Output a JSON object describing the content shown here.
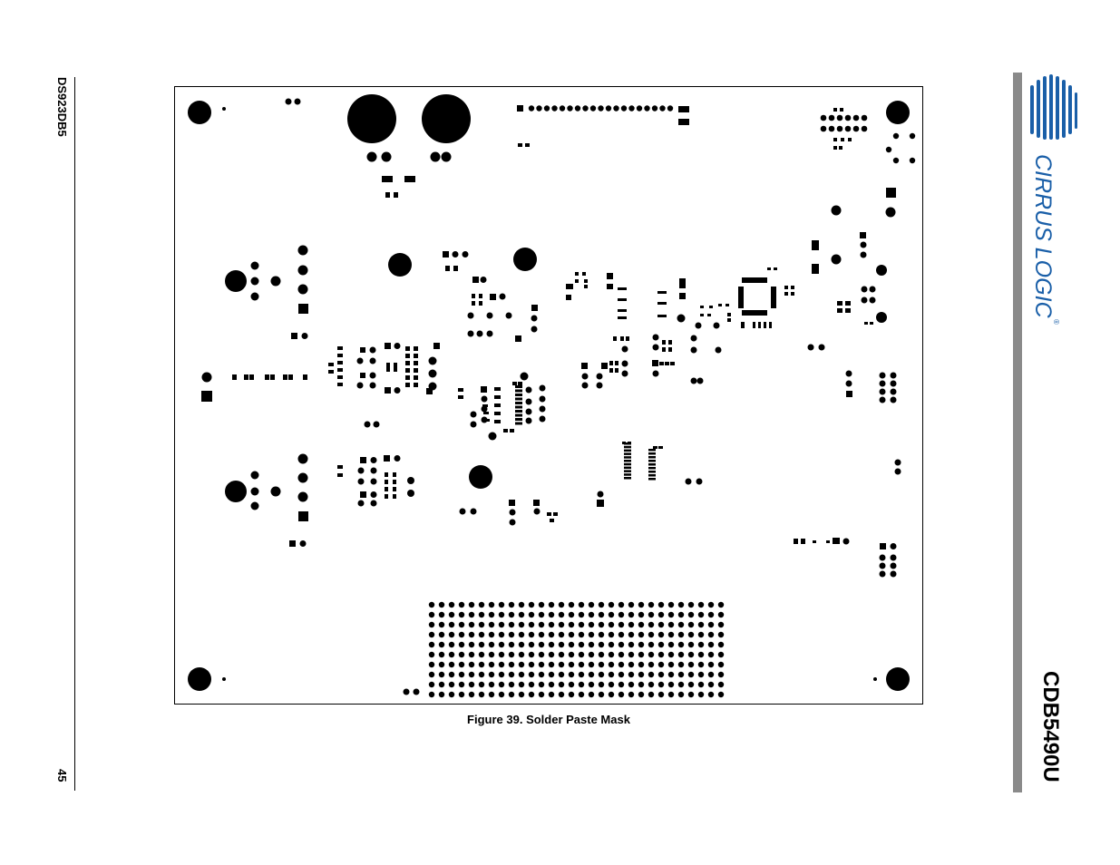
{
  "header": {
    "doc_id": "DS923DB5",
    "page_number": "45"
  },
  "figure": {
    "caption": "Figure 39.  Solder Paste Mask"
  },
  "sidebar": {
    "brand": "CIRRUS LOGIC",
    "registered": "®",
    "product": "CDB5490U"
  },
  "colors": {
    "ink": "#000000",
    "sidebar_bar": "#8a8a8a",
    "logo_blue": "#1a5fa8"
  }
}
